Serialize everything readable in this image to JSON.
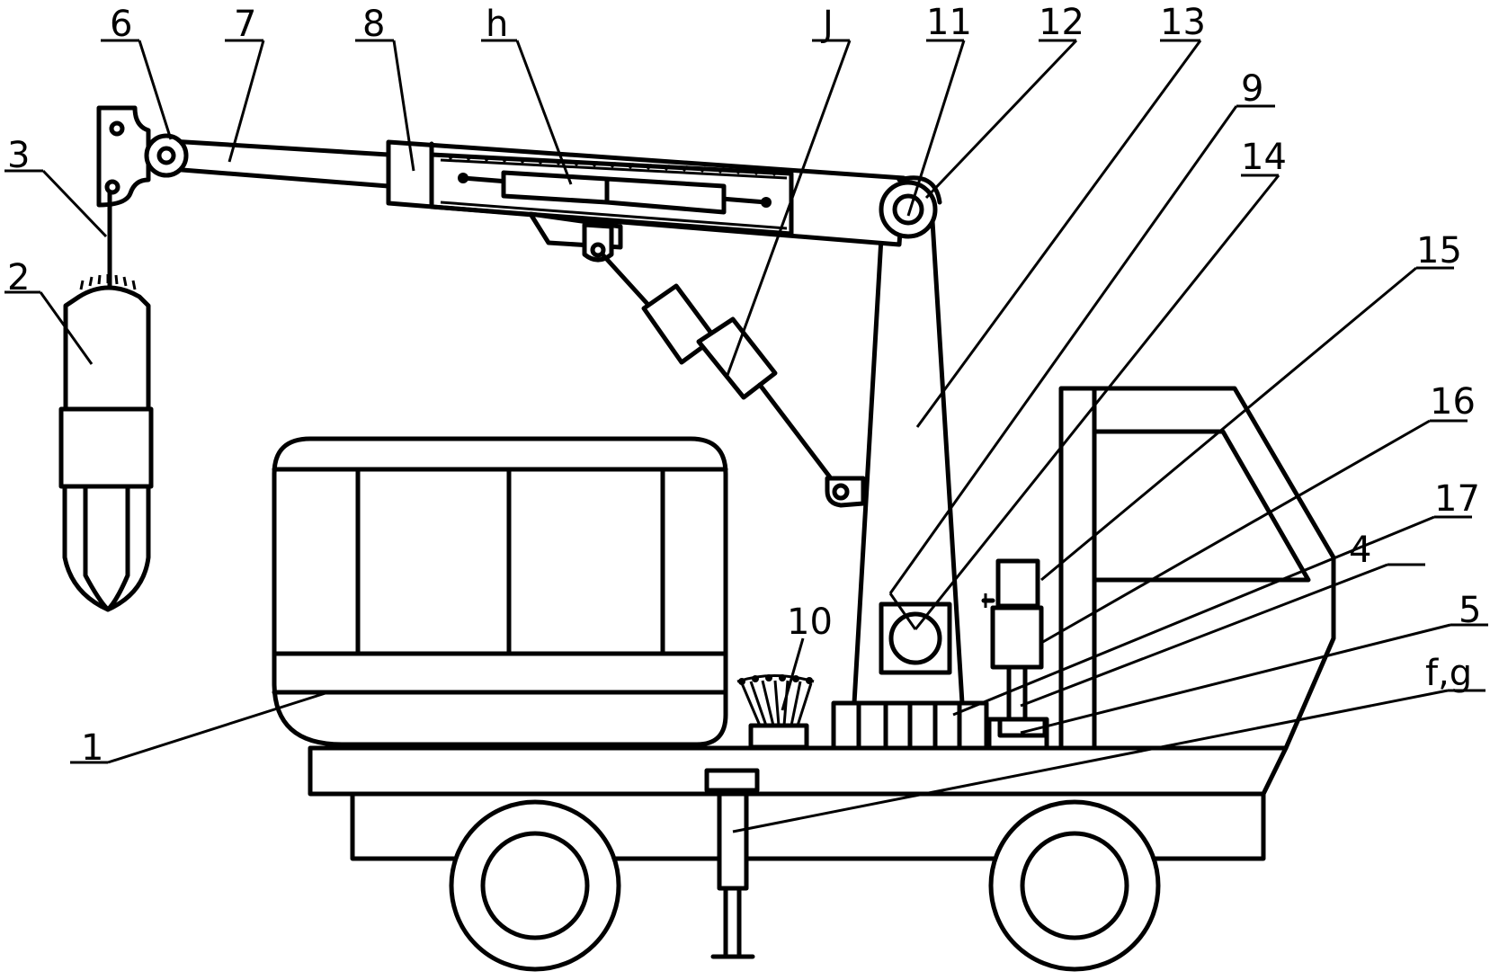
{
  "labels": {
    "l1": "1",
    "l2": "2",
    "l3": "3",
    "l4": "4",
    "l5": "5",
    "l6": "6",
    "l7": "7",
    "l8": "8",
    "l9": "9",
    "l10": "10",
    "l11": "11",
    "l12": "12",
    "l13": "13",
    "l14": "14",
    "l15": "15",
    "l16": "16",
    "l17": "17",
    "lh": "h",
    "lj": "J",
    "lfg": "f,g"
  }
}
